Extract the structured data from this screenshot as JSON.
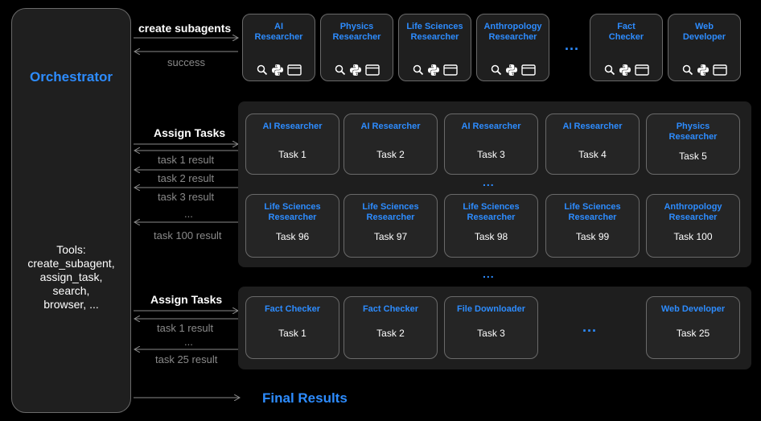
{
  "orchestrator": {
    "title": "Orchestrator",
    "tools": [
      "Tools:",
      "create_subagent,",
      "assign_task,",
      "search,",
      "browser, ..."
    ]
  },
  "top": {
    "create_label": "create subagents",
    "success_label": "success",
    "ellipsis": "...",
    "agents": [
      {
        "line1": "AI",
        "line2": "Researcher",
        "icons": [
          "search-icon",
          "python-icon",
          "browser-window-icon"
        ]
      },
      {
        "line1": "Physics",
        "line2": "Researcher",
        "icons": [
          "search-icon",
          "python-icon",
          "browser-window-icon"
        ]
      },
      {
        "line1": "Life Sciences",
        "line2": "Researcher",
        "icons": [
          "search-icon",
          "python-icon",
          "browser-window-icon"
        ]
      },
      {
        "line1": "Anthropology",
        "line2": "Researcher",
        "icons": [
          "search-icon",
          "python-icon",
          "browser-window-icon"
        ]
      },
      {
        "line1": "Fact",
        "line2": "Checker",
        "icons": [
          "search-icon",
          "python-icon",
          "browser-window-icon"
        ]
      },
      {
        "line1": "Web",
        "line2": "Developer",
        "icons": [
          "search-icon",
          "python-icon",
          "browser-window-icon"
        ]
      }
    ]
  },
  "round1": {
    "assign_label": "Assign Tasks",
    "results": [
      "task 1 result",
      "task 2 result",
      "task 3 result",
      "...",
      "task 100 result"
    ],
    "row_ellipsis": "...",
    "tasks_row1": [
      {
        "role1": "AI Researcher",
        "role2": "",
        "task": "Task 1"
      },
      {
        "role1": "AI Researcher",
        "role2": "",
        "task": "Task 2"
      },
      {
        "role1": "AI Researcher",
        "role2": "",
        "task": "Task 3"
      },
      {
        "role1": "AI Researcher",
        "role2": "",
        "task": "Task 4"
      },
      {
        "role1": "Physics",
        "role2": "Researcher",
        "task": "Task 5"
      }
    ],
    "tasks_row2": [
      {
        "role1": "Life Sciences",
        "role2": "Researcher",
        "task": "Task 96"
      },
      {
        "role1": "Life Sciences",
        "role2": "Researcher",
        "task": "Task  97"
      },
      {
        "role1": "Life Sciences",
        "role2": "Researcher",
        "task": "Task 98"
      },
      {
        "role1": "Life Sciences",
        "role2": "Researcher",
        "task": "Task 99"
      },
      {
        "role1": "Anthropology",
        "role2": "Researcher",
        "task": "Task 100"
      }
    ]
  },
  "between_ellipsis": "...",
  "round2": {
    "assign_label": "Assign Tasks",
    "results": [
      "task 1 result",
      "...",
      "task 25 result"
    ],
    "ellipsis": "...",
    "tasks": [
      {
        "role1": "Fact Checker",
        "task": "Task 1"
      },
      {
        "role1": "Fact Checker",
        "task": "Task 2"
      },
      {
        "role1": "File Downloader",
        "task": "Task 3"
      },
      {
        "role1": "Web Developer",
        "task": "Task 25"
      }
    ]
  },
  "final_label": "Final Results",
  "colors": {
    "accent": "#2d8cff",
    "box_border": "#6a6a6a",
    "box_fill": "#1f1f1f",
    "muted_text": "#8a8a8a"
  }
}
